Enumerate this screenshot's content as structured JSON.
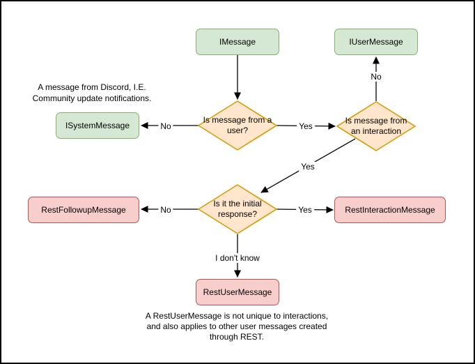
{
  "diagram": {
    "nodes": {
      "imessage": {
        "label": "IMessage",
        "type": "class",
        "color": "green"
      },
      "iusermessage": {
        "label": "IUserMessage",
        "type": "class",
        "color": "green"
      },
      "isystemmessage": {
        "label": "ISystemMessage",
        "type": "class",
        "color": "green"
      },
      "q_is_from_user": {
        "label": "Is message from a user?",
        "type": "decision",
        "color": "orange"
      },
      "q_is_from_interaction": {
        "label": "Is message from an interaction",
        "type": "decision",
        "color": "orange"
      },
      "q_is_initial_response": {
        "label": "Is it the initial response?",
        "type": "decision",
        "color": "orange"
      },
      "restfollowupmessage": {
        "label": "RestFollowupMessage",
        "type": "class",
        "color": "red"
      },
      "restinteractionmessage": {
        "label": "RestInteractionMessage",
        "type": "class",
        "color": "red"
      },
      "restusermessage": {
        "label": "RestUserMessage",
        "type": "class",
        "color": "red"
      }
    },
    "edge_labels": {
      "user_no": "No",
      "user_yes": "Yes",
      "interaction_no": "No",
      "interaction_yes": "Yes",
      "initial_no": "No",
      "initial_yes": "Yes",
      "initial_unknown": "I don't know"
    },
    "annotations": {
      "system_note_line1": "A message from Discord, I.E.",
      "system_note_line2": "Community update notifications.",
      "rest_note_line1": "A RestUserMessage is not unique to interactions,",
      "rest_note_line2": "and also applies to other user messages created",
      "rest_note_line3": "through REST."
    },
    "colors": {
      "class_green_fill": "#d5e8d4",
      "class_green_stroke": "#82b366",
      "decision_orange_fill": "#ffe6cc",
      "decision_orange_stroke": "#d79b00",
      "class_red_fill": "#f8cecc",
      "class_red_stroke": "#b85450",
      "edge_color": "#000000"
    }
  }
}
